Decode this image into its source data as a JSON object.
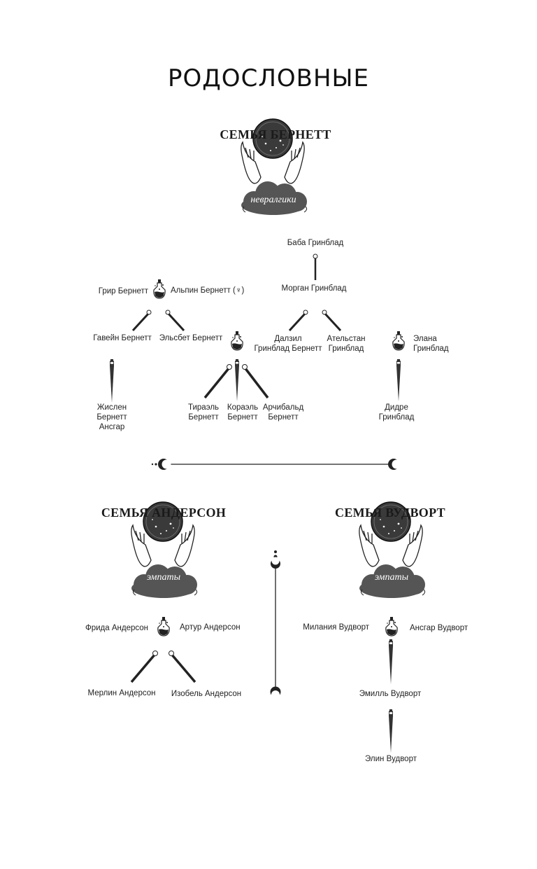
{
  "page": {
    "title": "РОДОСЛОВНЫЕ"
  },
  "families": {
    "burnett": {
      "title": "СЕМЬЯ БЕРНЕТТ",
      "badge": "невралгики",
      "members": {
        "baba_greenblad": "Баба Гринблад",
        "morgan_greenblad": "Морган Гринблад",
        "grir_burnett": "Грир Бернетт",
        "alpin_burnett": "Альпин Бернетт (♆)",
        "gawain_burnett": "Гавейн Бернетт",
        "elsbeth_burnett": "Эльсбет Бернетт",
        "dalzil": "Далзил\nГринблад Бернетт",
        "athelstan": "Ательстан\nГринблад",
        "elana": "Элана\nГринблад",
        "jislen": "Жислен\nБернетт\nАнсгар",
        "tiraelle": "Тираэль\nБернетт",
        "koraelle": "Кораэль\nБернетт",
        "archibald": "Арчибальд\nБернетт",
        "didre": "Дидре\nГринблад"
      }
    },
    "anderson": {
      "title": "СЕМЬЯ АНДЕРСОН",
      "badge": "эмпаты",
      "members": {
        "frida": "Фрида Андерсон",
        "artur": "Артур Андерсон",
        "merlin": "Мерлин Андерсон",
        "isobel": "Изобель Андерсон"
      }
    },
    "woodward": {
      "title": "СЕМЬЯ ВУДВОРТ",
      "badge": "эмпаты",
      "members": {
        "milania": "Милания Вудворт",
        "ansgar": "Ансгар Вудворт",
        "emill": "Эмилль Вудворт",
        "elin": "Элин Вудворт"
      }
    }
  },
  "colors": {
    "ink": "#222222",
    "cloud": "#555555",
    "orb": "#3a3a3a"
  }
}
